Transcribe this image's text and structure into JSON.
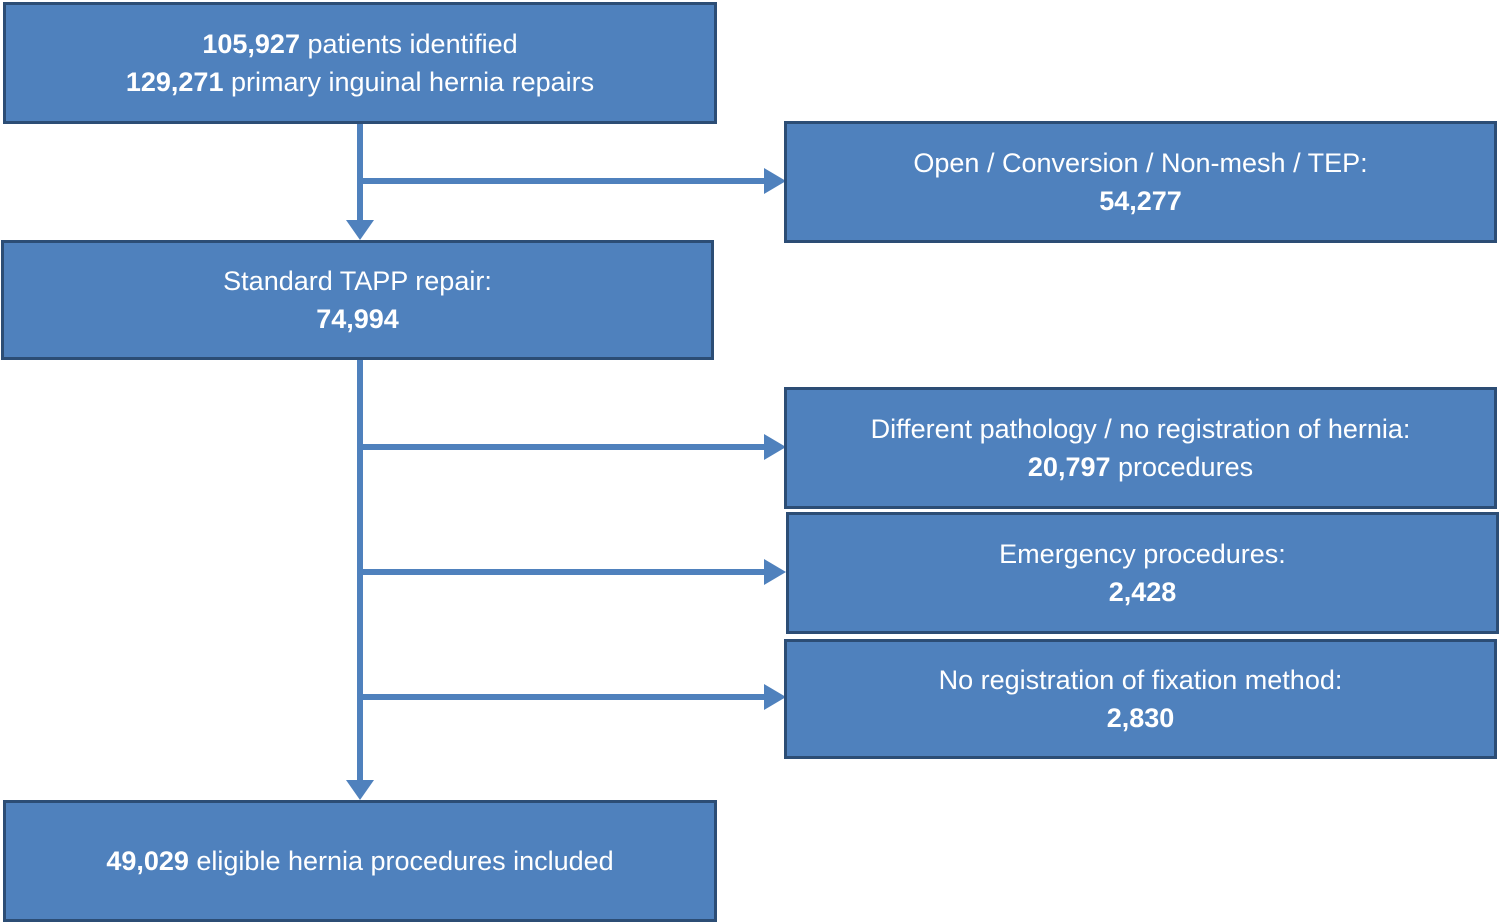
{
  "boxes": {
    "identified": {
      "line1_number": "105,927",
      "line1_text": " patients identified",
      "line2_number": "129,271",
      "line2_text": " primary inguinal hernia repairs"
    },
    "excluded_open": {
      "label": "Open / Conversion / Non-mesh / TEP:",
      "value": "54,277"
    },
    "standard_tapp": {
      "label": "Standard TAPP repair:",
      "value": "74,994"
    },
    "excluded_pathology": {
      "label": "Different pathology / no registration of hernia:",
      "value_number": "20,797",
      "value_text": " procedures"
    },
    "excluded_emergency": {
      "label": "Emergency procedures:",
      "value": "2,428"
    },
    "excluded_fixation": {
      "label": "No registration of fixation method:",
      "value": "2,830"
    },
    "included": {
      "value_number": "49,029",
      "value_text": " eligible hernia procedures included"
    }
  },
  "colors": {
    "box_fill": "#4f81bd",
    "box_border": "#2c4d75",
    "arrow": "#4f81bd",
    "text": "#ffffff"
  }
}
